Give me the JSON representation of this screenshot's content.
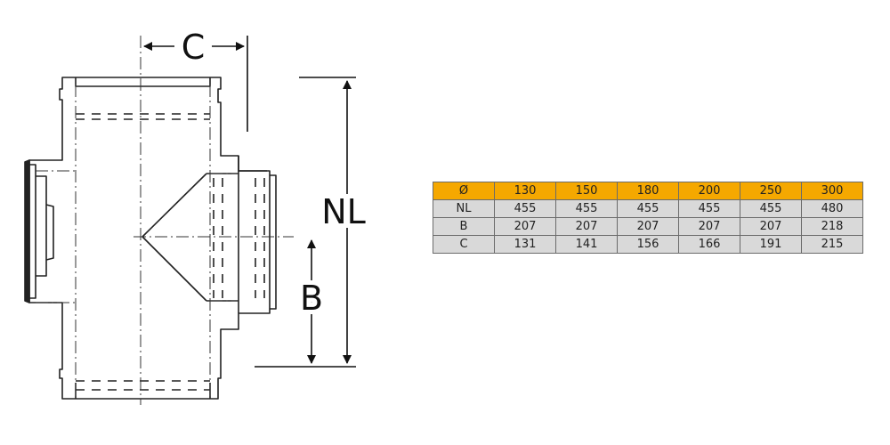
{
  "diagram": {
    "dimension_labels": {
      "c": "C",
      "nl": "NL",
      "b": "B"
    }
  },
  "table": {
    "header": [
      "Ø",
      "130",
      "150",
      "180",
      "200",
      "250",
      "300"
    ],
    "rows": [
      [
        "NL",
        "455",
        "455",
        "455",
        "455",
        "455",
        "480"
      ],
      [
        "B",
        "207",
        "207",
        "207",
        "207",
        "207",
        "218"
      ],
      [
        "C",
        "131",
        "141",
        "156",
        "166",
        "191",
        "215"
      ]
    ],
    "colors": {
      "header_bg": "#f5a800",
      "cell_bg": "#d9d9d9",
      "border": "#6b6b6b"
    }
  }
}
